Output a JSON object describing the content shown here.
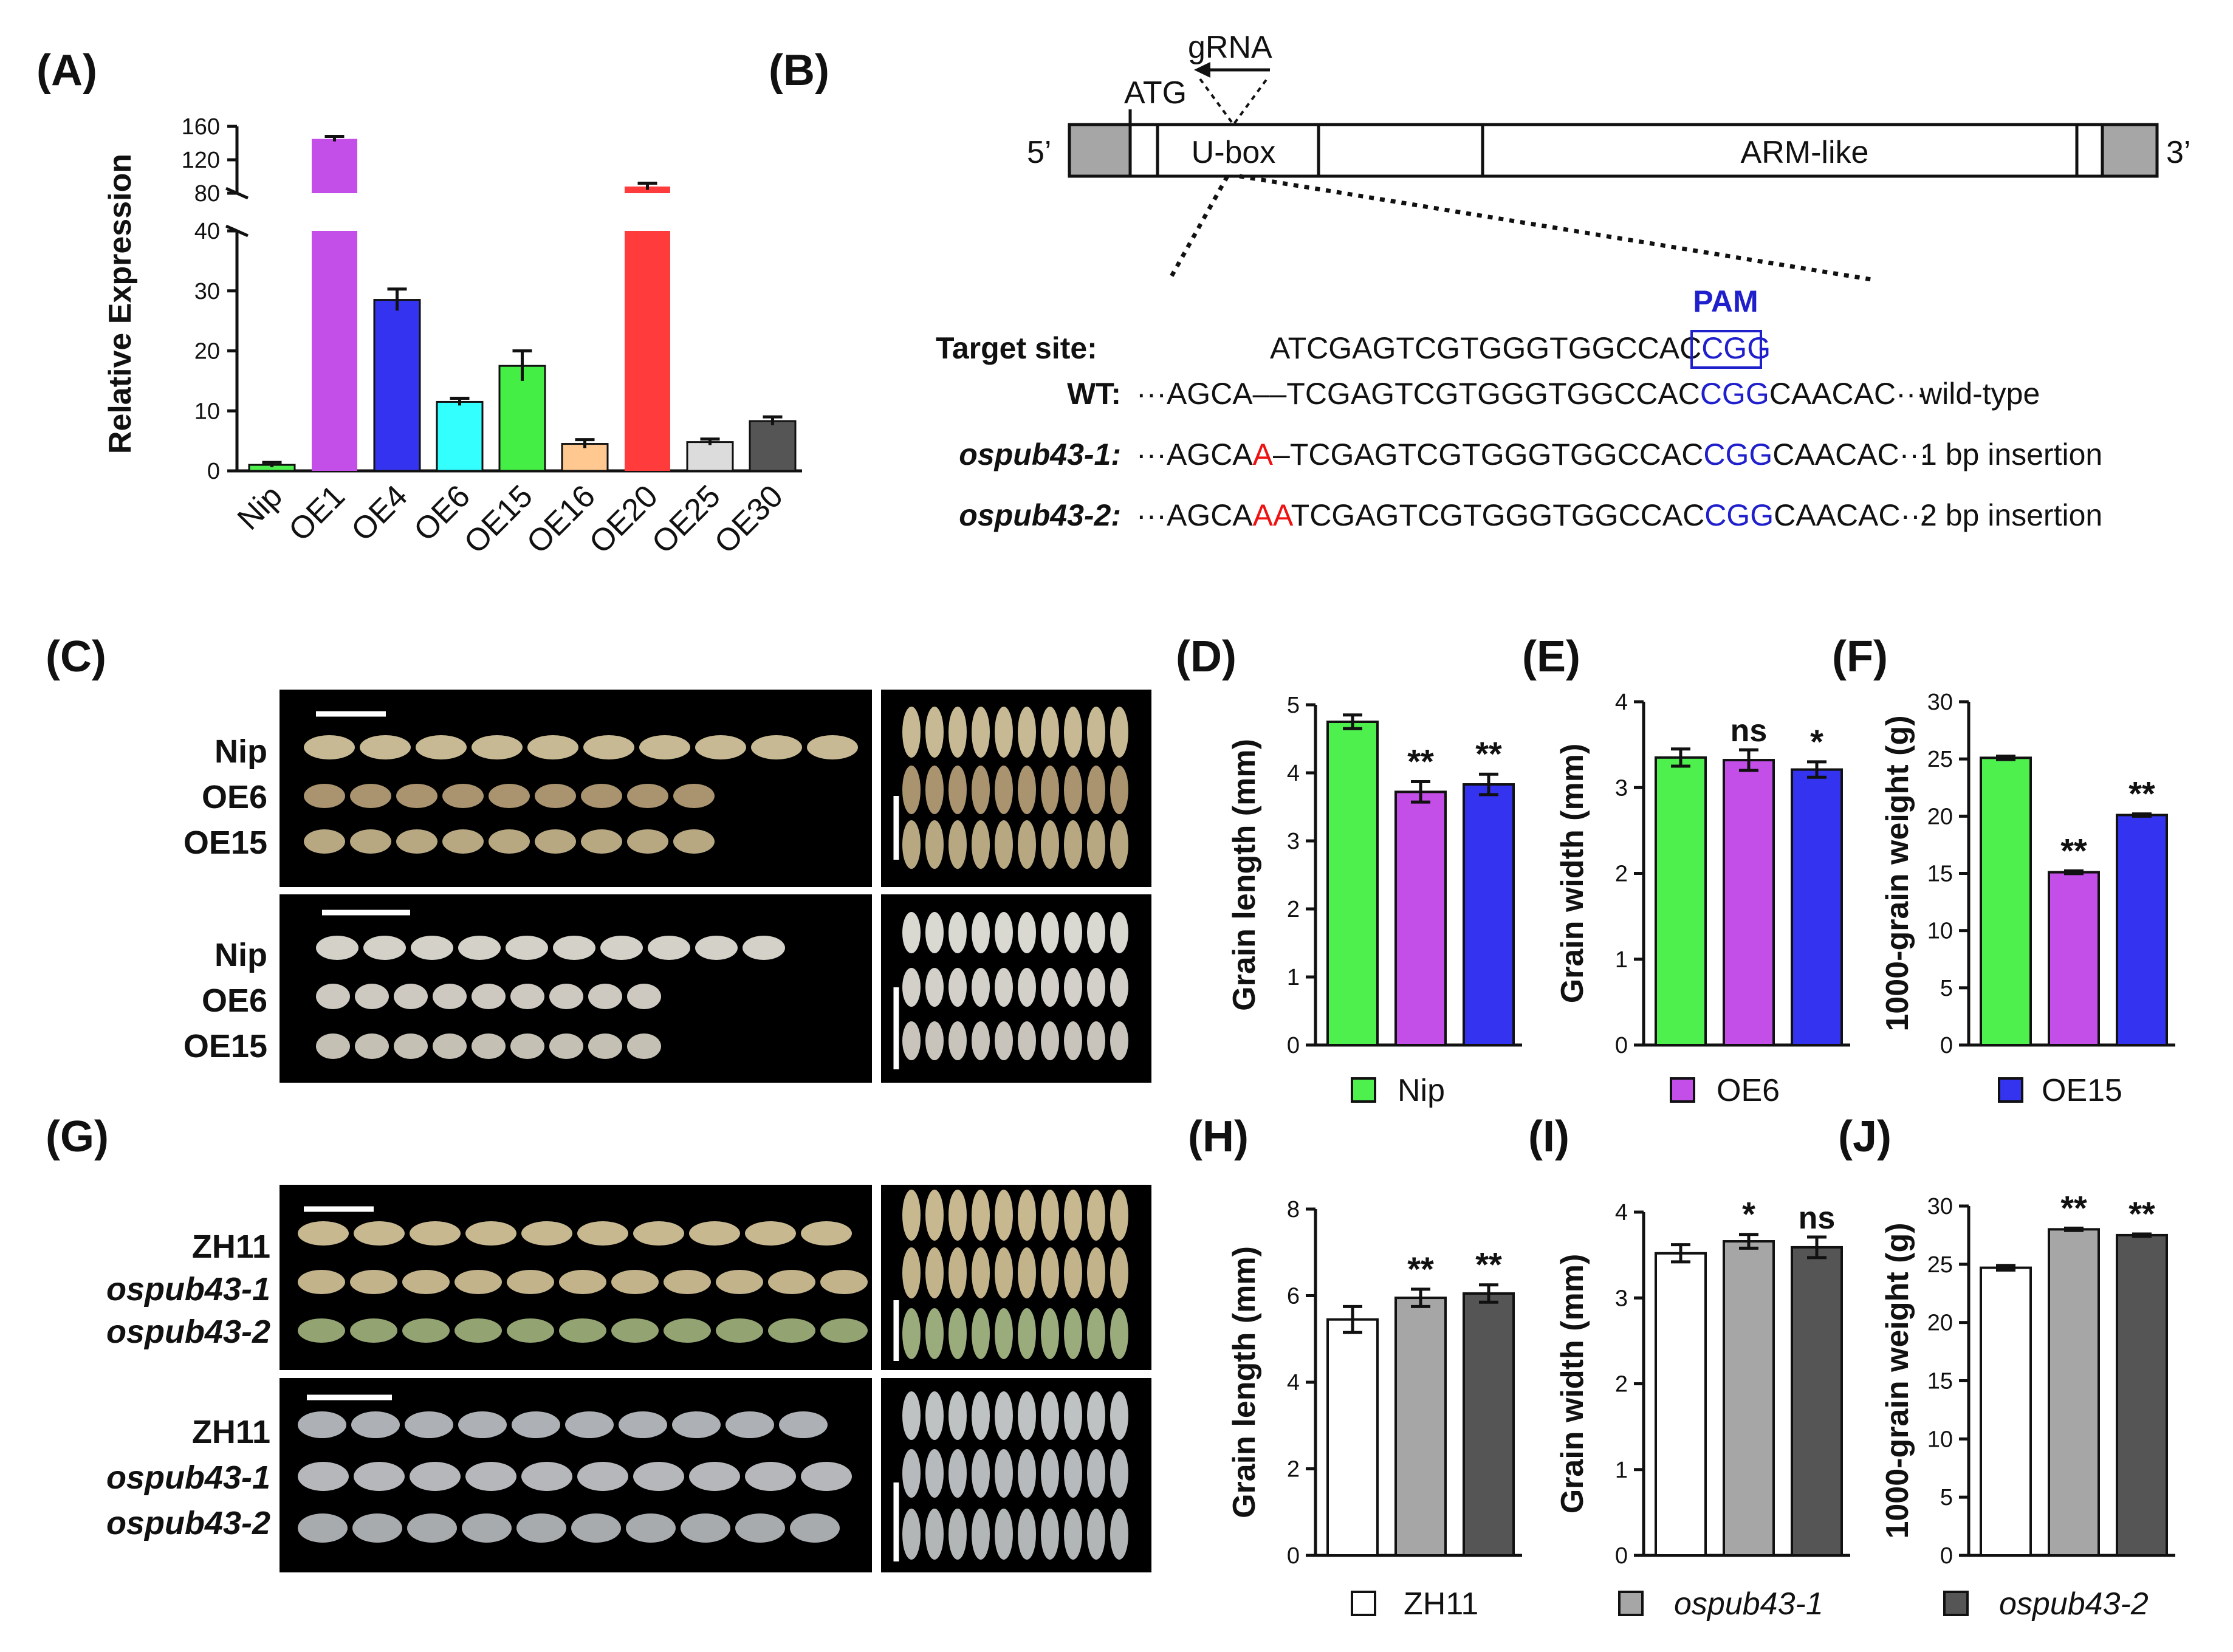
{
  "panels": {
    "A": "(A)",
    "B": "(B)",
    "C": "(C)",
    "D": "(D)",
    "E": "(E)",
    "F": "(F)",
    "G": "(G)",
    "H": "(H)",
    "I": "(I)",
    "J": "(J)"
  },
  "colors": {
    "Nip": "#4ef04e",
    "OE1": "#c44ee8",
    "OE4": "#3434f0",
    "OE6": "#33ffff",
    "OE15": "#44ee44",
    "OE16": "#ffc890",
    "OE20": "#ff3b3b",
    "OE25": "#dcdcdc",
    "OE30": "#555555",
    "d_nip": "#4ef04e",
    "d_oe6": "#c44ee8",
    "d_oe15": "#3434f0",
    "zh11": "#ffffff",
    "m1": "#a6a6a6",
    "m2": "#555555",
    "blue": "#1f1fcc",
    "red": "#ee1111"
  },
  "chart_data": [
    {
      "type": "bar",
      "panel": "A",
      "categories": [
        "Nip",
        "OE1",
        "OE4",
        "OE6",
        "OE15",
        "OE16",
        "OE20",
        "OE25",
        "OE30"
      ],
      "values": [
        1,
        145,
        28.5,
        11.5,
        17.5,
        4.5,
        88,
        4.8,
        8.3
      ],
      "errors": [
        0.4,
        3,
        1.8,
        0.6,
        2.5,
        0.7,
        4,
        0.5,
        0.7
      ],
      "ylabel": "Relative Expression",
      "axis_break": [
        40,
        80
      ],
      "yticks_low": [
        "0",
        "10",
        "20",
        "30",
        "40"
      ],
      "yticks_high": [
        "80",
        "120",
        "160"
      ]
    },
    {
      "type": "bar",
      "panel": "D",
      "categories": [
        "Nip",
        "OE6",
        "OE15"
      ],
      "values": [
        4.75,
        3.72,
        3.83
      ],
      "errors": [
        0.1,
        0.15,
        0.15
      ],
      "ylabel": "Grain length (mm)",
      "ylim": [
        0,
        5
      ],
      "yticks": [
        "0",
        "1",
        "2",
        "3",
        "4",
        "5"
      ],
      "sig": [
        "",
        "**",
        "**"
      ]
    },
    {
      "type": "bar",
      "panel": "E",
      "categories": [
        "Nip",
        "OE6",
        "OE15"
      ],
      "values": [
        3.35,
        3.32,
        3.21
      ],
      "errors": [
        0.1,
        0.12,
        0.09
      ],
      "ylabel": "Grain width (mm)",
      "ylim": [
        0,
        4
      ],
      "yticks": [
        "0",
        "1",
        "2",
        "3",
        "4"
      ],
      "sig": [
        "",
        "ns",
        "*"
      ]
    },
    {
      "type": "bar",
      "panel": "F",
      "categories": [
        "Nip",
        "OE6",
        "OE15"
      ],
      "values": [
        25.1,
        15.1,
        20.1
      ],
      "errors": [
        0.15,
        0.12,
        0.1
      ],
      "ylabel": "1000-grain weight (g)",
      "ylim": [
        0,
        30
      ],
      "yticks": [
        "0",
        "5",
        "10",
        "15",
        "20",
        "25",
        "30"
      ],
      "sig": [
        "",
        "**",
        "**"
      ]
    },
    {
      "type": "bar",
      "panel": "H",
      "categories": [
        "ZH11",
        "ospub43-1",
        "ospub43-2"
      ],
      "values": [
        5.45,
        5.95,
        6.05
      ],
      "errors": [
        0.3,
        0.2,
        0.2
      ],
      "ylabel": "Grain length (mm)",
      "ylim": [
        0,
        8
      ],
      "yticks": [
        "0",
        "2",
        "4",
        "6",
        "8"
      ],
      "sig": [
        "",
        "**",
        "**"
      ]
    },
    {
      "type": "bar",
      "panel": "I",
      "categories": [
        "ZH11",
        "ospub43-1",
        "ospub43-2"
      ],
      "values": [
        3.52,
        3.66,
        3.59
      ],
      "errors": [
        0.1,
        0.08,
        0.12
      ],
      "ylabel": "Grain width (mm)",
      "ylim": [
        0,
        4
      ],
      "yticks": [
        "0",
        "1",
        "2",
        "3",
        "4"
      ],
      "sig": [
        "",
        "*",
        "ns"
      ]
    },
    {
      "type": "bar",
      "panel": "J",
      "categories": [
        "ZH11",
        "ospub43-1",
        "ospub43-2"
      ],
      "values": [
        24.7,
        28,
        27.5
      ],
      "errors": [
        0.2,
        0.1,
        0.1
      ],
      "ylabel": "1000-grain weight (g)",
      "ylim": [
        0,
        30
      ],
      "yticks": [
        "0",
        "5",
        "10",
        "15",
        "20",
        "25",
        "30"
      ],
      "sig": [
        "",
        "**",
        "**"
      ]
    }
  ],
  "legend_top": [
    "Nip",
    "OE6",
    "OE15"
  ],
  "legend_bottom": [
    "ZH11",
    "ospub43-1",
    "ospub43-2"
  ],
  "gene": {
    "five": "5’",
    "three": "3’",
    "atg": "ATG",
    "grna": "gRNA",
    "ubox": "U-box",
    "arm": "ARM-like"
  },
  "seq": {
    "pam": "PAM",
    "target_label": "Target site:",
    "target_seq": "ATCGAGTCGTGGGTGGCCAC",
    "target_pam": "CGG",
    "rows": [
      {
        "label": "WT:",
        "pre": "···AGCA",
        "ins": "",
        "gap": "––",
        "mid": "TCGAGTCGTGGGTGGCCAC",
        "pam": "CGG",
        "post": "CAACAC···",
        "note": "wild-type"
      },
      {
        "label": "ospub43-1:",
        "pre": "···AGCA",
        "ins": "A",
        "gap": "–",
        "mid": "TCGAGTCGTGGGTGGCCAC",
        "pam": "CGG",
        "post": "CAACAC···",
        "note": "1 bp insertion"
      },
      {
        "label": "ospub43-2:",
        "pre": "···AGCA",
        "ins": "AA",
        "gap": "",
        "mid": "TCGAGTCGTGGGTGGCCAC",
        "pam": "CGG",
        "post": "CAACAC···",
        "note": "2 bp insertion"
      }
    ]
  },
  "photos": {
    "c_labels": [
      "Nip",
      "OE6",
      "OE15"
    ],
    "g_labels": [
      "ZH11",
      "ospub43-1",
      "ospub43-2"
    ]
  }
}
